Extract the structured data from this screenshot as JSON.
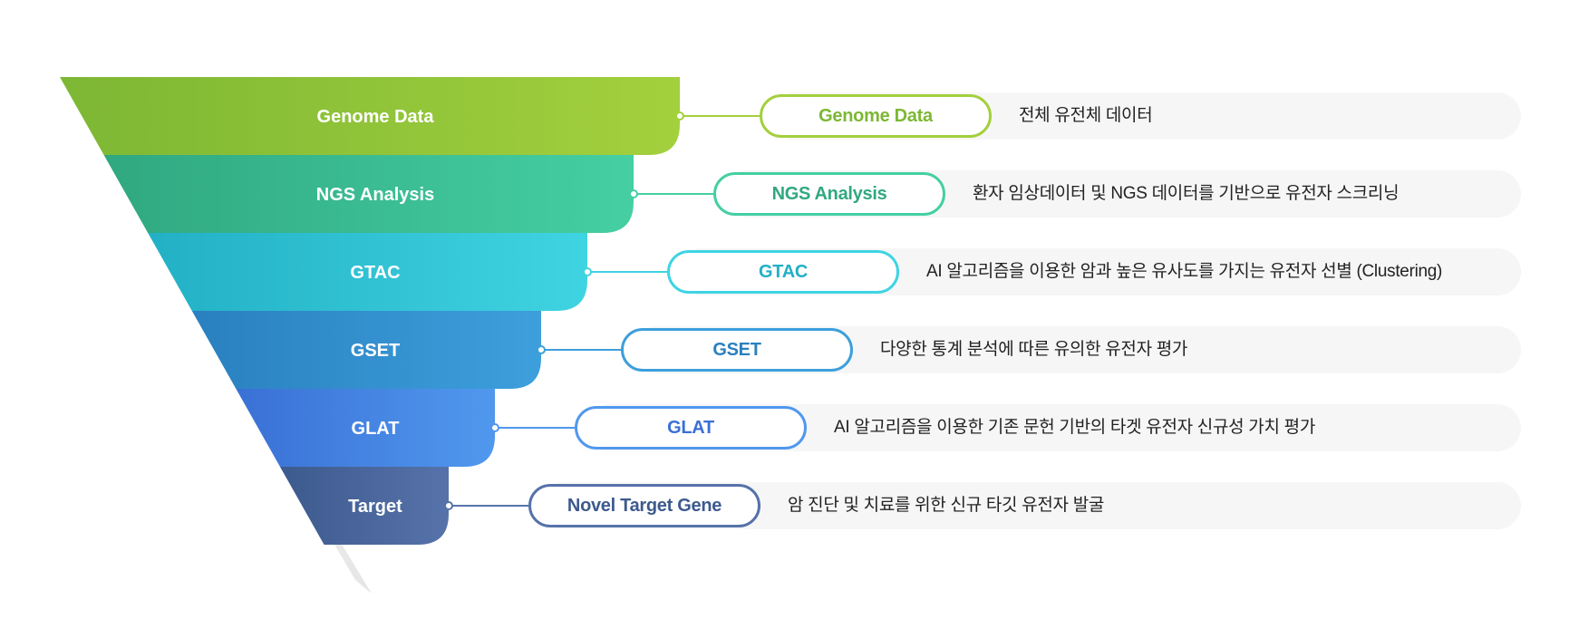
{
  "stages": [
    {
      "funnel_label": "Genome Data",
      "pill_label": "Genome Data",
      "description": "전체 유전체 데이터",
      "color_dark": "#7db734",
      "color_light": "#a3d03d"
    },
    {
      "funnel_label": "NGS Analysis",
      "pill_label": "NGS Analysis",
      "description": "환자 임상데이터 및 NGS 데이터를 기반으로 유전자 스크리닝",
      "color_dark": "#30a880",
      "color_light": "#45cfa3"
    },
    {
      "funnel_label": "GTAC",
      "pill_label": "GTAC",
      "description": "AI 알고리즘을 이용한 암과 높은 유사도를 가지는 유전자 선별 (Clustering)",
      "color_dark": "#22b0c5",
      "color_light": "#3fd4e2"
    },
    {
      "funnel_label": "GSET",
      "pill_label": "GSET",
      "description": "다양한 통계 분석에 따른 유의한 유전자 평가",
      "color_dark": "#2a80bf",
      "color_light": "#3d9fdc"
    },
    {
      "funnel_label": "GLAT",
      "pill_label": "GLAT",
      "description": "AI 알고리즘을 이용한 기존 문헌 기반의 타겟 유전자 신규성 가치 평가",
      "color_dark": "#3a70d5",
      "color_light": "#5098ee"
    },
    {
      "funnel_label": "Target",
      "pill_label": "Novel Target Gene",
      "description": "암 진단 및 치료를 위한 신규 타깃 유전자 발굴",
      "color_dark": "#3d5a8e",
      "color_light": "#5672aa"
    }
  ]
}
